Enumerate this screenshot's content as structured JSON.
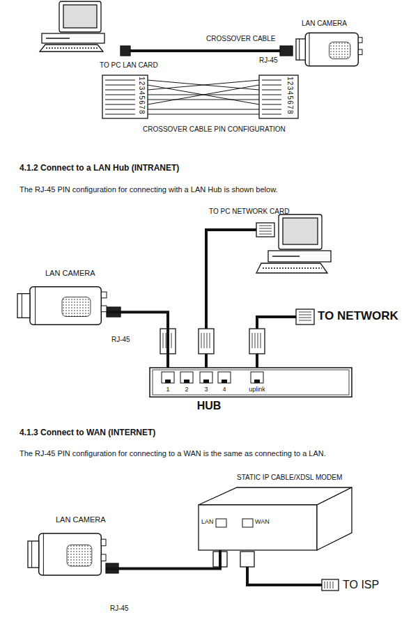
{
  "diagram": {
    "nodes": [
      {
        "text": [
          "LAN CAMERA"
        ]
      },
      {
        "text": [
          "LAN CAMERA"
        ]
      },
      {
        "text": [
          "1",
          "2",
          "3",
          "4",
          "uplink",
          "HUB"
        ]
      },
      {
        "text": [
          "LAN CAMERA"
        ]
      },
      {
        "text": [
          "STATIC IP CABLE/XDSL MODEM",
          "LAN",
          "WAN"
        ]
      }
    ],
    "edges": [
      {
        "from": 1,
        "to": 2,
        "arrow": "none"
      },
      {
        "from": 3,
        "to": 4,
        "arrow": "none"
      }
    ],
    "labels": [
      "CROSSOVER CABLE",
      "TO PC LAN CARD",
      "RJ-45",
      "12345678",
      "12345678",
      "CROSSOVER CABLE PIN CONFIGURATION",
      "4.1.2 Connect to a LAN Hub (INTRANET)",
      "The RJ-45 PIN configuration for connecting with a LAN Hub is shown below.",
      "TO PC NETWORK CARD",
      "RJ-45",
      "TO NETWORK",
      "4.1.3 Connect to WAN (INTERNET)",
      "The RJ-45 PIN configuration for connecting to a WAN is the same as connecting to a LAN.",
      "RJ-45",
      "TO ISP"
    ]
  }
}
